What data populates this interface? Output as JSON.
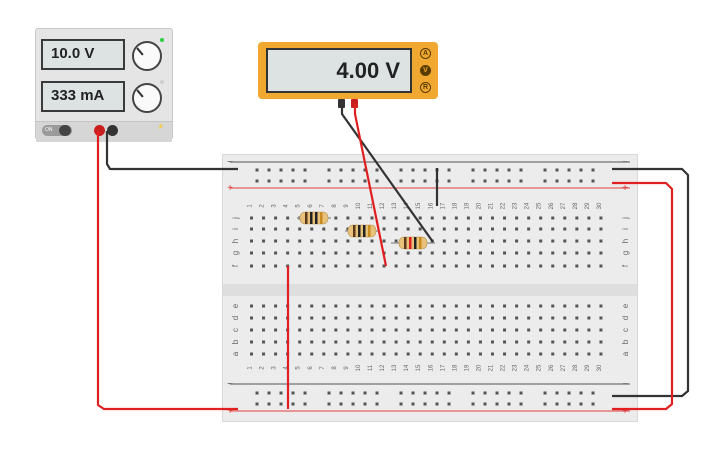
{
  "power_supply": {
    "voltage_display": "10.0 V",
    "current_display": "333 mA",
    "on_label": "ON"
  },
  "multimeter": {
    "display": "4.00 V",
    "modes": [
      "A",
      "V",
      "R"
    ],
    "active_mode": "V"
  },
  "breadboard": {
    "columns": [
      "1",
      "2",
      "3",
      "4",
      "5",
      "6",
      "7",
      "8",
      "9",
      "10",
      "11",
      "12",
      "13",
      "14",
      "15",
      "16",
      "17",
      "18",
      "19",
      "20",
      "21",
      "22",
      "23",
      "24",
      "25",
      "26",
      "27",
      "28",
      "29",
      "30"
    ],
    "upper_rows": [
      "j",
      "i",
      "h",
      "g",
      "f"
    ],
    "lower_rows": [
      "e",
      "d",
      "c",
      "b",
      "a"
    ],
    "rail_minus": "−",
    "rail_plus": "+"
  },
  "colors": {
    "wire_red": "#e02020",
    "wire_black": "#333333",
    "meter_body": "#f0a830",
    "rail_blue": "#555555",
    "rail_red": "#e04040"
  }
}
